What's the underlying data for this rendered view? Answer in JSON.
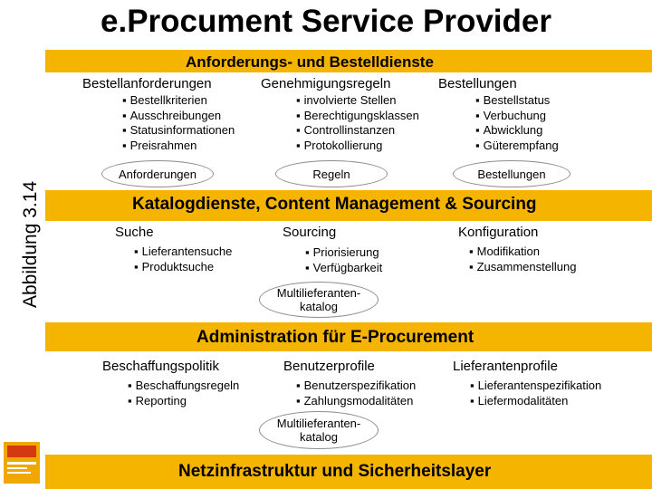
{
  "title": "e.Procument Service Provider",
  "side_label": "Abbildung 3.14",
  "sections": [
    {
      "title": "Anforderungs- und Bestelldienste",
      "columns": [
        {
          "head": "Bestellanforderungen",
          "items": [
            "Bestellkriterien",
            "Ausschreibungen",
            "Statusinformationen",
            "Preisrahmen"
          ],
          "oval": "Anforderungen"
        },
        {
          "head": "Genehmigungsregeln",
          "items": [
            "involvierte Stellen",
            "Berechtigungsklassen",
            "Controllinstanzen",
            "Protokollierung"
          ],
          "oval": "Regeln"
        },
        {
          "head": "Bestellungen",
          "items": [
            "Bestellstatus",
            "Verbuchung",
            "Abwicklung",
            "Güterempfang"
          ],
          "oval": "Bestellungen"
        }
      ]
    },
    {
      "title": "Katalogdienste, Content Management & Sourcing",
      "columns": [
        {
          "head": "Suche",
          "items": [
            "Lieferantensuche",
            "Produktsuche"
          ]
        },
        {
          "head": "Sourcing",
          "items": [
            "Priorisierung",
            "Verfügbarkeit"
          ]
        },
        {
          "head": "Konfiguration",
          "items": [
            "Modifikation",
            "Zusammenstellung"
          ]
        }
      ],
      "oval_line1": "Multilieferanten-",
      "oval_line2": "katalog"
    },
    {
      "title": "Administration für E-Procurement",
      "columns": [
        {
          "head": "Beschaffungspolitik",
          "items": [
            "Beschaffungsregeln",
            "Reporting"
          ]
        },
        {
          "head": "Benutzerprofile",
          "items": [
            "Benutzerspezifikation",
            "Zahlungsmodalitäten"
          ]
        },
        {
          "head": "Lieferantenprofile",
          "items": [
            "Lieferantenspezifikation",
            "Liefermodalitäten"
          ]
        }
      ],
      "oval_line1": "Multilieferanten-",
      "oval_line2": "katalog"
    },
    {
      "title": "Netzinfrastruktur und Sicherheitslayer"
    }
  ],
  "colors": {
    "frame": "#f5b400",
    "band": "#ffffff",
    "logo": "#f0a800"
  }
}
